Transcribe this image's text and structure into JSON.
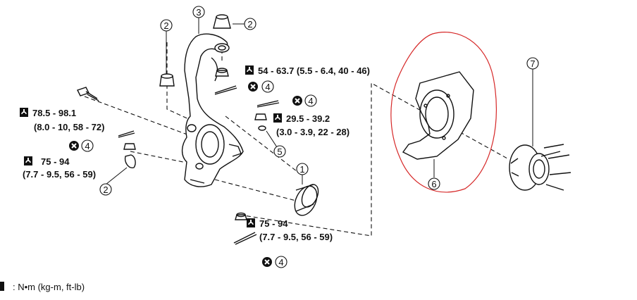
{
  "callouts": [
    "1",
    "2",
    "3",
    "4",
    "5",
    "6",
    "7"
  ],
  "torques": {
    "t1": {
      "line1": "54 - 63.7 (5.5 - 6.4, 40 - 46)"
    },
    "t2": {
      "line1": "78.5 - 98.1",
      "line2": "(8.0 - 10, 58 - 72)"
    },
    "t3": {
      "line1": "29.5 - 39.2",
      "line2": "(3.0 - 3.9, 22 - 28)"
    },
    "t4": {
      "line1": "75 - 94",
      "line2": "(7.7 - 9.5, 56 - 59)"
    },
    "t5": {
      "line1": "75 - 94",
      "line2": "(7.7 - 9.5, 56 - 59)"
    }
  },
  "legend": {
    "text": ": N•m  (kg-m,  ft-lb)"
  },
  "colors": {
    "highlight": "#d62828",
    "ink": "#111111"
  },
  "icons": [
    "torque-wrench-icon",
    "do-not-reuse-icon"
  ]
}
